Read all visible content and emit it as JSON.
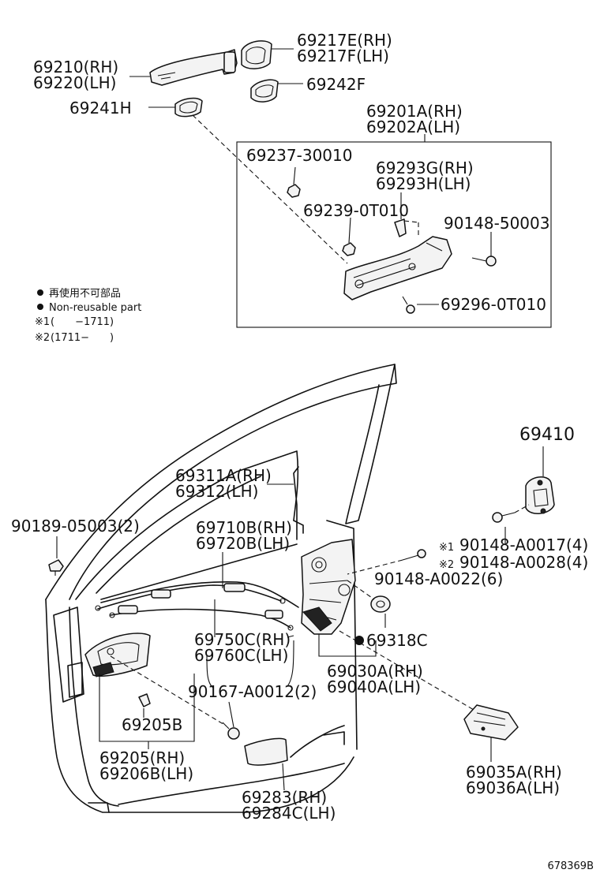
{
  "parts": {
    "p69217": [
      "69217E(RH)",
      "69217F(LH)"
    ],
    "p69210": [
      "69210(RH)",
      "69220(LH)"
    ],
    "p69242": "69242F",
    "p69241": "69241H",
    "p69201": [
      "69201A(RH)",
      "69202A(LH)"
    ],
    "p69237": "69237-30010",
    "p69293": [
      "69293G(RH)",
      "69293H(LH)"
    ],
    "p69239": "69239-0T010",
    "p90148_50003": "90148-50003",
    "p69296": "69296-0T010",
    "p69410": "69410",
    "p69311": [
      "69311A(RH)",
      "69312(LH)"
    ],
    "p90189": "90189-05003(2)",
    "p69710": [
      "69710B(RH)",
      "69720B(LH)"
    ],
    "p90148_A0017": "90148-A0017(4)",
    "p90148_A0028": "90148-A0028(4)",
    "p90148_A0022": "90148-A0022(6)",
    "p69750": [
      "69750C(RH)",
      "69760C(LH)"
    ],
    "p69318": "69318C",
    "p69030": [
      "69030A(RH)",
      "69040A(LH)"
    ],
    "p90167": "90167-A0012(2)",
    "p69205B": "69205B",
    "p69205": [
      "69205(RH)",
      "69206B(LH)"
    ],
    "p69035": [
      "69035A(RH)",
      "69036A(LH)"
    ],
    "p69283": [
      "69283(RH)",
      "69284C(LH)"
    ]
  },
  "legend": {
    "jp": "再使用不可部品",
    "en": "Non-reusable part",
    "note1_mark": "※1",
    "note1": "(　　−1711)",
    "note2_mark": "※2",
    "note2": "(1711−　　)",
    "mark1": "※1",
    "mark2": "※2"
  },
  "diagram_id": "678369B"
}
